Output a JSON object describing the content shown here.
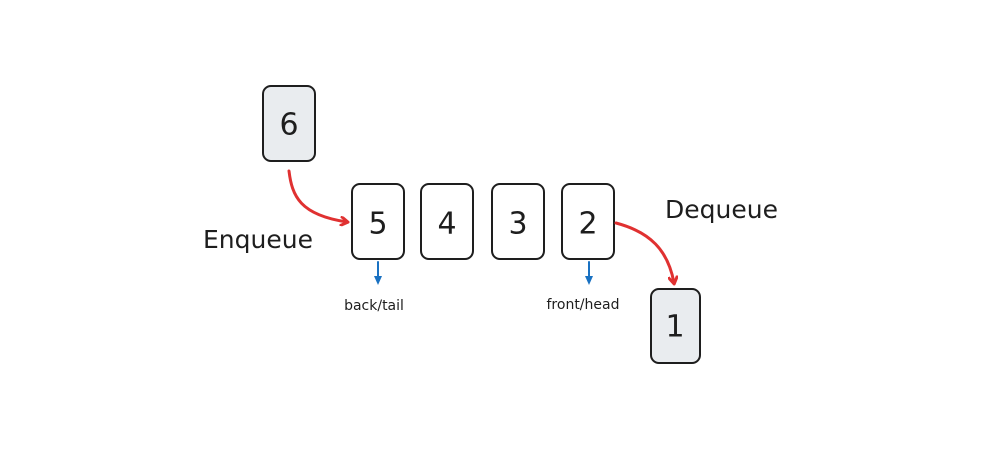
{
  "diagram": {
    "queue": [
      {
        "value": "5"
      },
      {
        "value": "4"
      },
      {
        "value": "3"
      },
      {
        "value": "2"
      }
    ],
    "incoming": {
      "value": "6"
    },
    "removed": {
      "value": "1"
    },
    "labels": {
      "enqueue": "Enqueue",
      "dequeue": "Dequeue",
      "back": "back/tail",
      "front": "front/head"
    },
    "colors": {
      "operation_arrow": "#e03131",
      "pointer_arrow": "#1971c2",
      "stroke": "#1e1e1e",
      "highlight_fill": "#e9ecef"
    }
  }
}
